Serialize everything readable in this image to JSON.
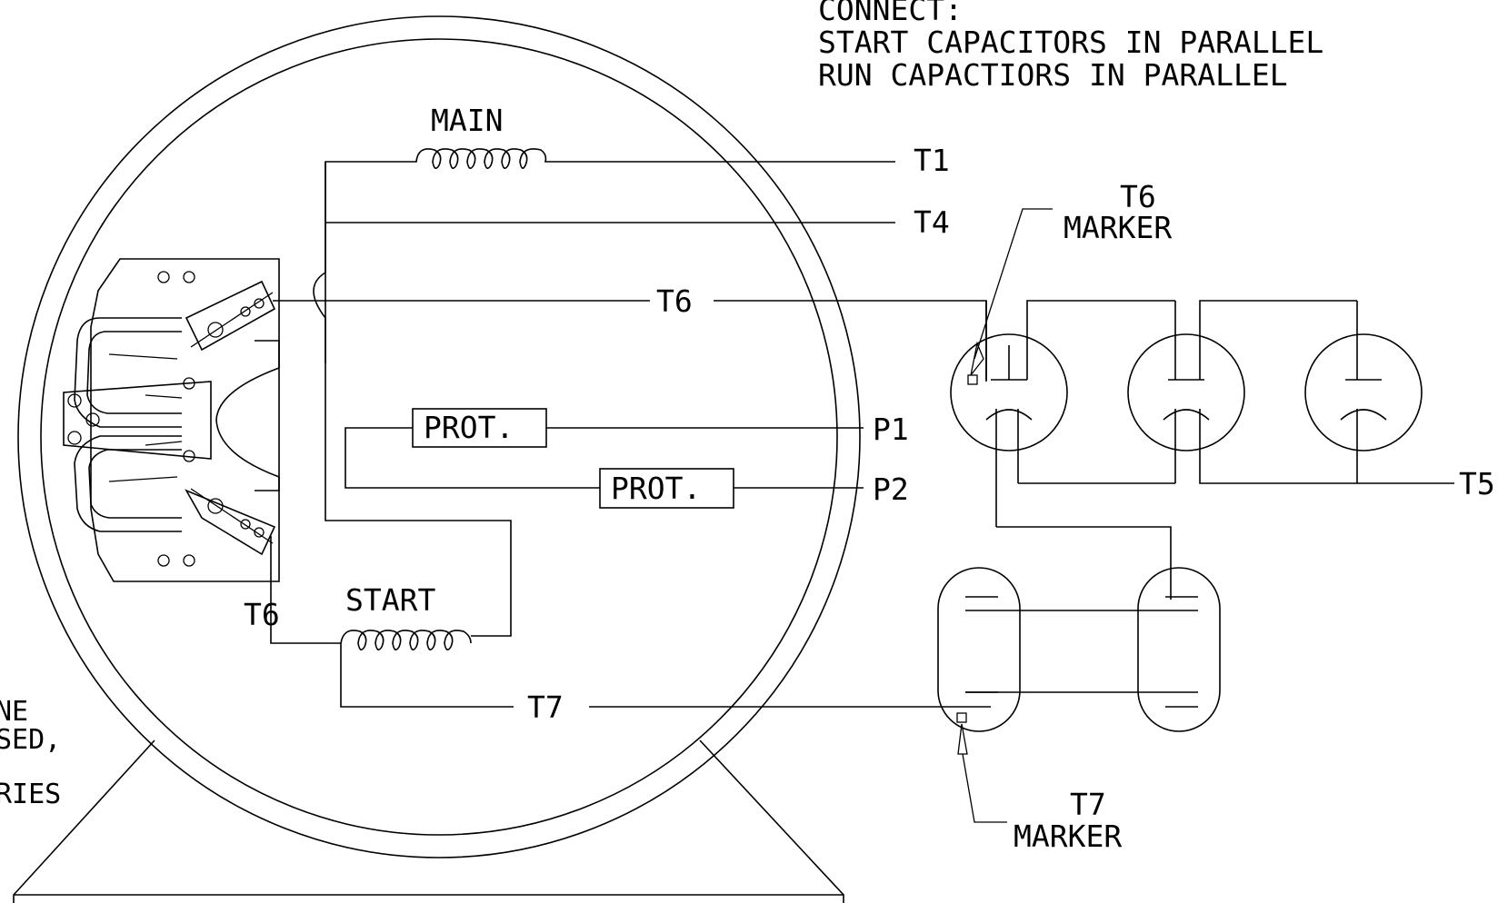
{
  "header": {
    "line1": "CONNECT:",
    "line2": "START CAPACITORS IN PARALLEL",
    "line3": "RUN CAPACTIORS IN PARALLEL"
  },
  "windings": {
    "main": "MAIN",
    "start": "START"
  },
  "protectors": {
    "p1_box": "PROT.",
    "p2_box": "PROT."
  },
  "leads": {
    "t1": "T1",
    "t4": "T4",
    "t6_center": "T6",
    "t6_switch": "T6",
    "t7": "T7",
    "t5": "T5",
    "p1": "P1",
    "p2": "P2"
  },
  "markers": {
    "t6_marker_top": "T6",
    "t6_marker_bottom": "MARKER",
    "t7_marker_top": "T7",
    "t7_marker_bottom": "MARKER"
  },
  "left_note": {
    "line1": "NE",
    "line2": "SED,",
    "line3": "RIES"
  }
}
